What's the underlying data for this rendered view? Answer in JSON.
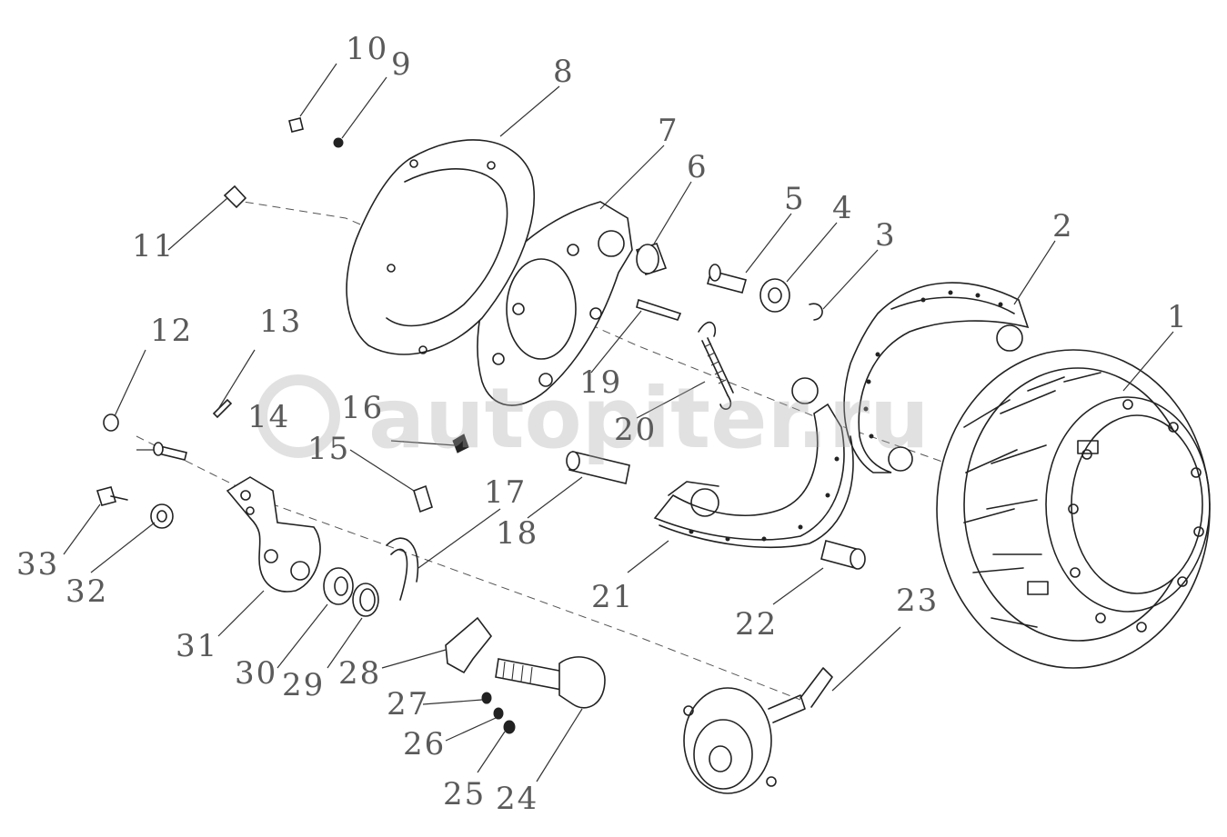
{
  "diagram": {
    "watermark": "autopiter.ru",
    "corner_mark": "",
    "callouts": [
      {
        "id": "c1",
        "label": "1"
      },
      {
        "id": "c2",
        "label": "2"
      },
      {
        "id": "c3",
        "label": "3"
      },
      {
        "id": "c4",
        "label": "4"
      },
      {
        "id": "c5",
        "label": "5"
      },
      {
        "id": "c6",
        "label": "6"
      },
      {
        "id": "c7",
        "label": "7"
      },
      {
        "id": "c8",
        "label": "8"
      },
      {
        "id": "c9",
        "label": "9"
      },
      {
        "id": "c10",
        "label": "10"
      },
      {
        "id": "c11",
        "label": "11"
      },
      {
        "id": "c12",
        "label": "12"
      },
      {
        "id": "c13",
        "label": "13"
      },
      {
        "id": "c14",
        "label": "14"
      },
      {
        "id": "c15",
        "label": "15"
      },
      {
        "id": "c16",
        "label": "16"
      },
      {
        "id": "c17",
        "label": "17"
      },
      {
        "id": "c18",
        "label": "18"
      },
      {
        "id": "c19",
        "label": "19"
      },
      {
        "id": "c20",
        "label": "20"
      },
      {
        "id": "c21",
        "label": "21"
      },
      {
        "id": "c22",
        "label": "22"
      },
      {
        "id": "c23",
        "label": "23"
      },
      {
        "id": "c24",
        "label": "24"
      },
      {
        "id": "c25",
        "label": "25"
      },
      {
        "id": "c26",
        "label": "26"
      },
      {
        "id": "c27",
        "label": "27"
      },
      {
        "id": "c28",
        "label": "28"
      },
      {
        "id": "c29",
        "label": "29"
      },
      {
        "id": "c30",
        "label": "30"
      },
      {
        "id": "c31",
        "label": "31"
      },
      {
        "id": "c32",
        "label": "32"
      },
      {
        "id": "c33",
        "label": "33"
      }
    ]
  }
}
